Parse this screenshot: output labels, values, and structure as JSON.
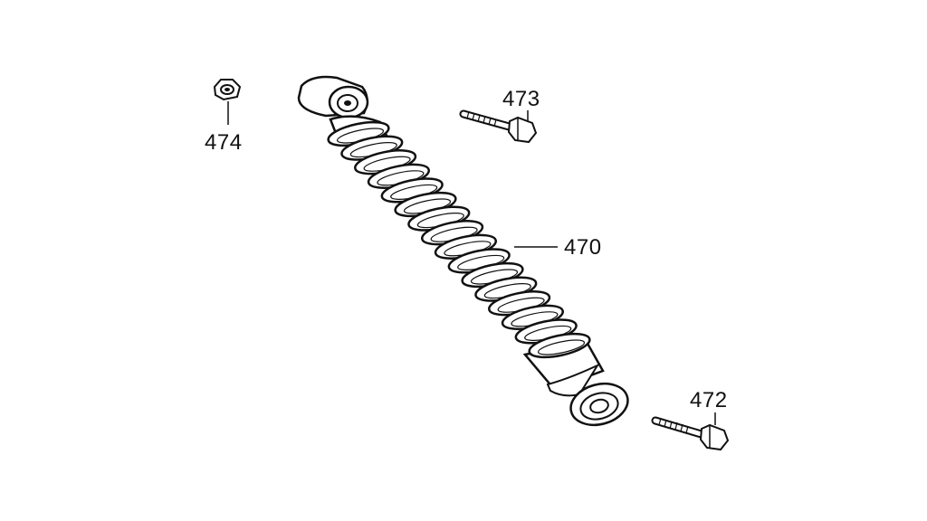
{
  "diagram": {
    "labels": {
      "p474": "474",
      "p473": "473",
      "p470": "470",
      "p472": "472"
    }
  },
  "colors": {
    "line": "#111111",
    "fill": "#ffffff"
  }
}
